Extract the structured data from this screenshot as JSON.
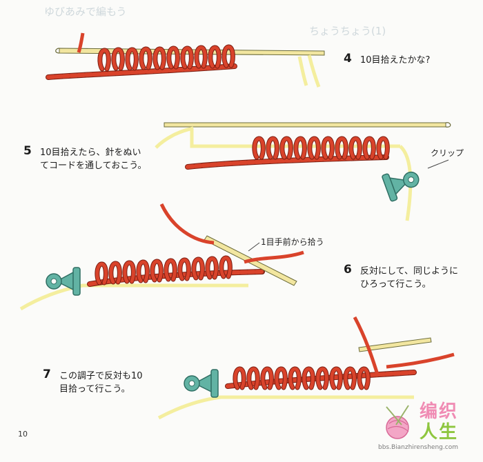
{
  "header": {
    "faded_left": "ゆびあみで編もう",
    "faded_right": "ちょうちょう(1)"
  },
  "steps": [
    {
      "num": "4",
      "lines": [
        "10目拾えたかな?"
      ]
    },
    {
      "num": "5",
      "lines": [
        "10目拾えたら、針をぬい",
        "てコードを通しておこう。"
      ]
    },
    {
      "num": "6",
      "lines": [
        "反対にして、同じように",
        "ひろって行こう。"
      ]
    },
    {
      "num": "7",
      "lines": [
        "この調子で反対も10",
        "目拾って行こう。"
      ]
    }
  ],
  "callouts": {
    "clip": "クリップ",
    "pick": "1目手前から拾う"
  },
  "page_number": "10",
  "watermark": {
    "title_line1": "编织",
    "title_line2": "人生",
    "url": "bbs.Bianzhirensheng.com"
  },
  "colors": {
    "yarn": "#d9432b",
    "needle": "#f2e6a0",
    "clip": "#62b3a4",
    "cord": "#f4ee9e"
  }
}
